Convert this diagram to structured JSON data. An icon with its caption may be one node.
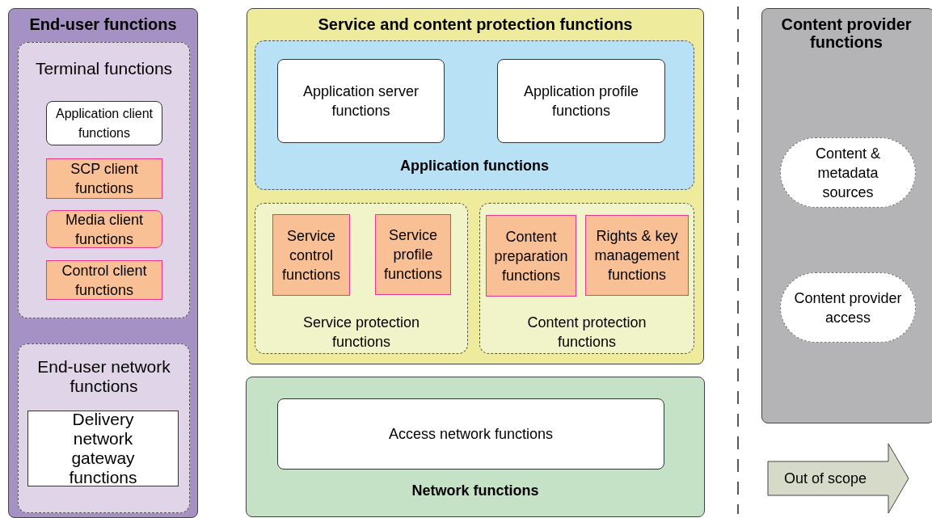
{
  "diagram": {
    "nodes": [
      {
        "text": [
          "End-user  functions"
        ]
      },
      {
        "text": [
          "Terminal functions"
        ],
        "in": 0
      },
      {
        "text": [
          "Application client functions"
        ],
        "in": 1
      },
      {
        "text": [
          "SCP client functions"
        ],
        "in": 1
      },
      {
        "text": [
          "Media client functions"
        ],
        "in": 1
      },
      {
        "text": [
          "Control client functions"
        ],
        "in": 1
      },
      {
        "text": [
          "End-user network functions"
        ],
        "in": 0
      },
      {
        "text": [
          "Delivery network gateway functions"
        ],
        "in": 6
      },
      {
        "text": [
          "Service and content protection functions"
        ]
      },
      {
        "text": [
          "Application functions"
        ],
        "in": 8
      },
      {
        "text": [
          "Application server functions"
        ],
        "in": 9
      },
      {
        "text": [
          "Application profile functions"
        ],
        "in": 9
      },
      {
        "text": [
          "Service protection functions"
        ],
        "in": 8
      },
      {
        "text": [
          "Service control functions"
        ],
        "in": 12
      },
      {
        "text": [
          "Service profile functions"
        ],
        "in": 12
      },
      {
        "text": [
          "Content protection functions"
        ],
        "in": 8
      },
      {
        "text": [
          "Content preparation functions"
        ],
        "in": 15
      },
      {
        "text": [
          "Rights & key management functions"
        ],
        "in": 15
      },
      {
        "text": [
          "Network functions"
        ]
      },
      {
        "text": [
          "Access network functions"
        ],
        "in": 18
      },
      {
        "text": [
          "Content provider functions"
        ]
      },
      {
        "text": [
          "Content & metadata sources"
        ],
        "in": 20
      },
      {
        "text": [
          "Content provider access"
        ],
        "in": 20
      },
      {
        "text": [
          "Out of scope"
        ]
      }
    ]
  }
}
